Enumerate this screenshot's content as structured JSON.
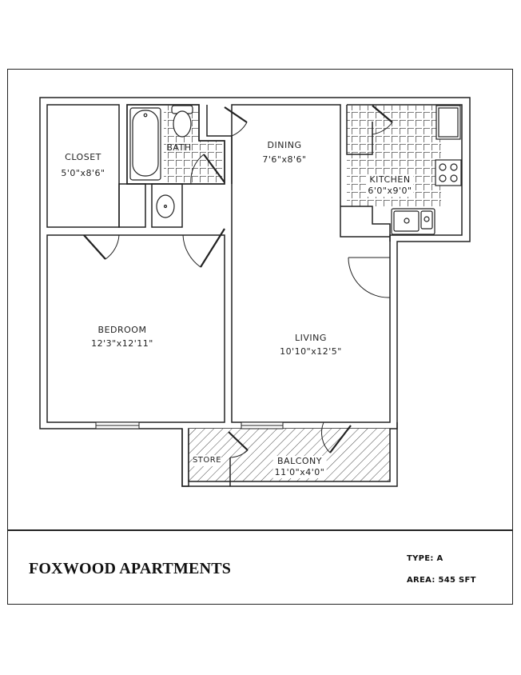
{
  "title_block": {
    "project_name": "FOXWOOD APARTMENTS",
    "type_label": "TYPE: A",
    "area_label": "AREA: 545 SFT"
  },
  "rooms": [
    {
      "id": "closet",
      "name": "CLOSET",
      "dimensions": "5'0\"x8'6\""
    },
    {
      "id": "bath",
      "name": "BATH",
      "dimensions": ""
    },
    {
      "id": "dining",
      "name": "DINING",
      "dimensions": "7'6\"x8'6\""
    },
    {
      "id": "kitchen",
      "name": "KITCHEN",
      "dimensions": "6'0\"x9'0\""
    },
    {
      "id": "bedroom",
      "name": "BEDROOM",
      "dimensions": "12'3\"x12'11\""
    },
    {
      "id": "living",
      "name": "LIVING",
      "dimensions": "10'10\"x12'5\""
    },
    {
      "id": "store",
      "name": "STORE",
      "dimensions": ""
    },
    {
      "id": "balcony",
      "name": "BALCONY",
      "dimensions": "11'0\"x4'0\""
    }
  ],
  "fixtures": [
    "bathtub",
    "toilet",
    "lavatory-sink",
    "refrigerator",
    "cooktop-4-burner",
    "double-kitchen-sink"
  ],
  "colors": {
    "line": "#222222",
    "background": "#ffffff",
    "tile": "#555555"
  }
}
